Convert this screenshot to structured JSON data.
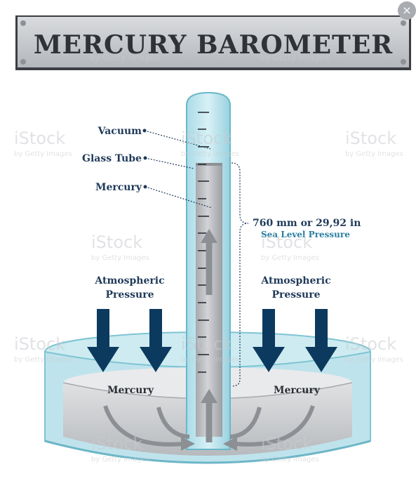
{
  "title": "MERCURY BAROMETER",
  "labels": {
    "vacuum": "Vacuum",
    "glass_tube": "Glass Tube",
    "mercury_column": "Mercury",
    "pressure_value": "760 mm or 29,92 in",
    "pressure_caption": "Sea Level Pressure",
    "atm_left_line1": "Atmospheric",
    "atm_left_line2": "Pressure",
    "atm_right_line1": "Atmospheric",
    "atm_right_line2": "Pressure",
    "dish_left": "Mercury",
    "dish_right": "Mercury"
  },
  "watermark": {
    "brand": "iStock",
    "credit": "by Getty Images"
  },
  "close_button": {
    "glyph": "×"
  },
  "colors": {
    "arrow_navy": "#0c3a5e",
    "glass_blue": "#bfe6ef",
    "mercury_gray": "#b9bcc0",
    "plate_gray": "#c9cbce",
    "label_navy": "#1f3a5a",
    "accent_blue": "#2a7fa0"
  }
}
